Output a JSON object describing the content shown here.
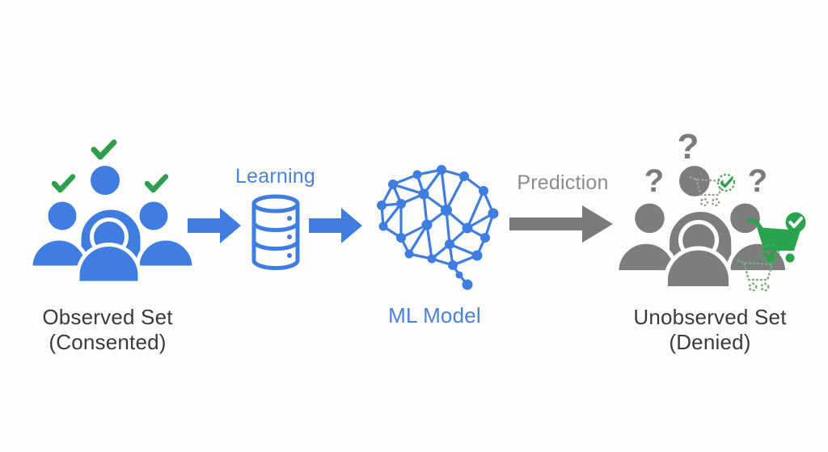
{
  "diagram": {
    "observed_set": {
      "label_line1": "Observed Set",
      "label_line2": "(Consented)"
    },
    "learning": {
      "label": "Learning"
    },
    "ml_model": {
      "label": "ML Model"
    },
    "prediction": {
      "label": "Prediction"
    },
    "unobserved_set": {
      "label_line1": "Unobserved Set",
      "label_line2": "(Denied)",
      "question_mark": "?"
    },
    "icons": {
      "observed_group": "blue-people-group-icon",
      "consent_marks": "green-checkmark-icons",
      "learning_store": "database-cylinder-icon",
      "model": "brain-network-icon",
      "unobserved_group": "gray-people-group-icon",
      "predictions": "shopping-cart-with-check-icons"
    },
    "colors": {
      "figure_blue": "#3f7ee0",
      "figure_gray": "#7d7d7d",
      "check_green": "#2e9e4e",
      "cart_green": "#2ba24f",
      "label_dark": "#3a3a3a",
      "label_blue": "#4a82d6",
      "label_gray": "#8c8c8c",
      "arrow_gray": "#7a7a7a",
      "background": "#fdfdfc"
    }
  }
}
